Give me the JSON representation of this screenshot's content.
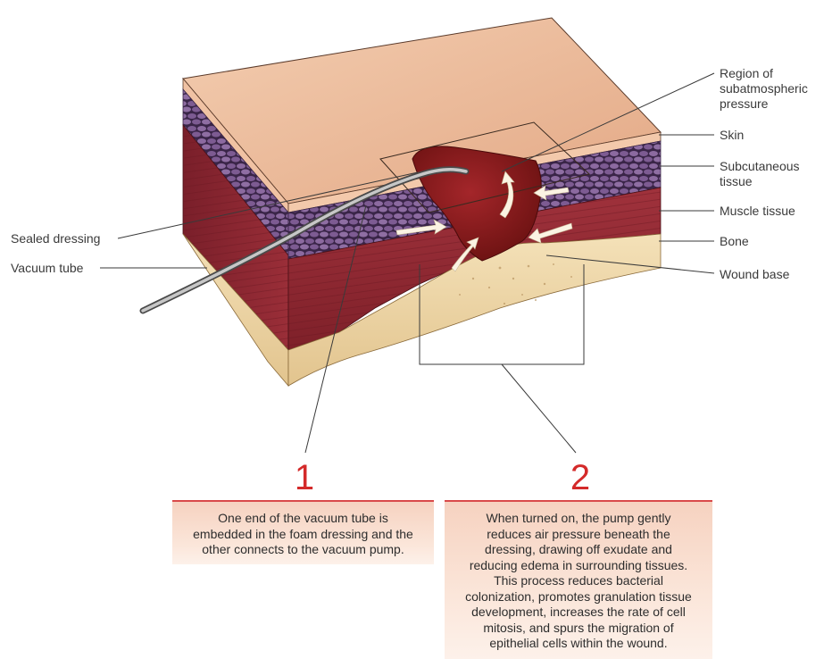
{
  "labels": {
    "region": [
      "Region of",
      "subatmospheric",
      "pressure"
    ],
    "skin": "Skin",
    "subcutaneous": [
      "Subcutaneous",
      "tissue"
    ],
    "muscle": "Muscle tissue",
    "bone": "Bone",
    "wound_base": "Wound base",
    "sealed_dressing": "Sealed dressing",
    "vacuum_tube": "Vacuum tube"
  },
  "steps": [
    {
      "number": "1",
      "lines": [
        "One end of the vacuum tube is",
        "embedded in the foam dressing and the",
        "other connects to the vacuum pump."
      ]
    },
    {
      "number": "2",
      "lines": [
        "When turned on, the pump gently",
        "reduces air pressure beneath the",
        "dressing, drawing off exudate and",
        "reducing edema in surrounding tissues.",
        "This process reduces bacterial",
        "colonization, promotes granulation tissue",
        "development, increases the rate of cell",
        "mitosis, and spurs the migration of",
        "epithelial cells within the wound."
      ]
    }
  ],
  "colors": {
    "skin": "#e9b28f",
    "skin_side": "#f0c2a3",
    "fat": "#6e4a78",
    "muscle": "#8e2630",
    "bone": "#efd6a6",
    "wound": "#8f1d1d",
    "accent": "#d42a2a",
    "leader": "#3a3a3a"
  }
}
